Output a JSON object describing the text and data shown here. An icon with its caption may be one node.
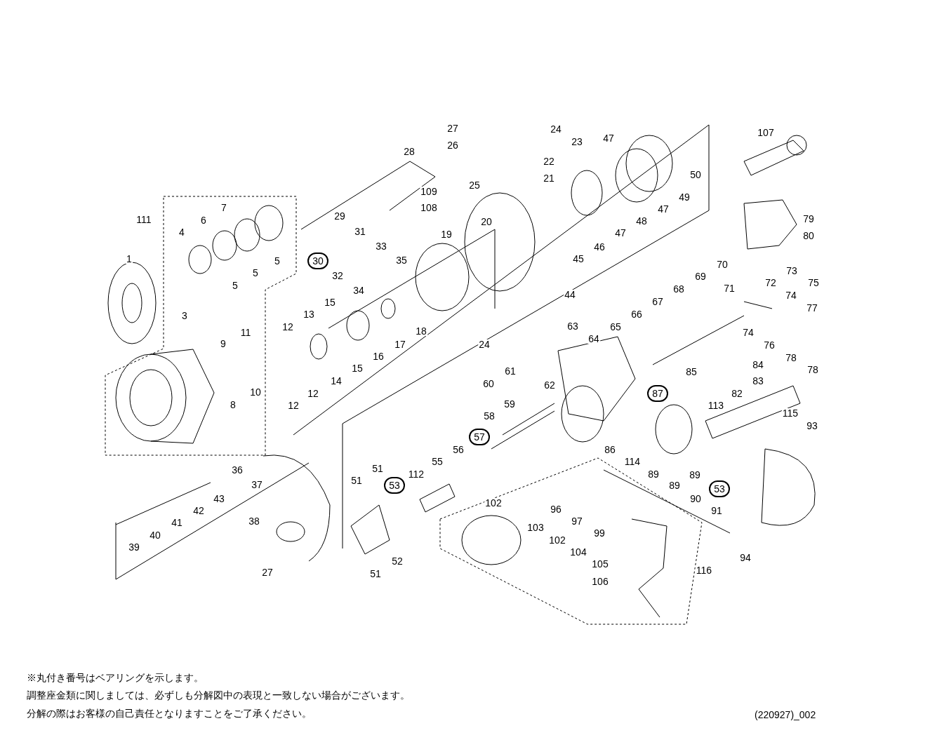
{
  "diagram": {
    "nodes": [
      {
        "text": [
          "30"
        ]
      },
      {
        "text": [
          "87"
        ]
      },
      {
        "text": [
          "57"
        ]
      },
      {
        "text": [
          "53"
        ]
      },
      {
        "text": [
          "53"
        ]
      }
    ],
    "labels": [
      "27",
      "24",
      "26",
      "23",
      "28",
      "22",
      "25",
      "21",
      "109",
      "47",
      "107",
      "50",
      "108",
      "49",
      "47",
      "111",
      "7",
      "29",
      "6",
      "20",
      "79",
      "31",
      "4",
      "19",
      "47",
      "48",
      "80",
      "33",
      "45",
      "46",
      "5",
      "1",
      "32",
      "34",
      "35",
      "70",
      "69",
      "73",
      "5",
      "5",
      "68",
      "72",
      "75",
      "44",
      "3",
      "13",
      "66",
      "67",
      "71",
      "74",
      "15",
      "18",
      "77",
      "63",
      "65",
      "74",
      "12",
      "17",
      "11",
      "64",
      "76",
      "78",
      "78",
      "9",
      "24",
      "16",
      "15",
      "84",
      "85",
      "61",
      "14",
      "62",
      "83",
      "10",
      "82",
      "60",
      "12",
      "8",
      "12",
      "113",
      "59",
      "115",
      "58",
      "93",
      "86",
      "56",
      "114",
      "36",
      "55",
      "51",
      "112",
      "89",
      "89",
      "89",
      "51",
      "37",
      "43",
      "90",
      "102",
      "96",
      "42",
      "91",
      "97",
      "41",
      "40",
      "38",
      "103",
      "99",
      "102",
      "94",
      "39",
      "52",
      "104",
      "105",
      "27",
      "51",
      "116",
      "106",
      "※丸付き番号はベアリングを示します。",
      "調整座金類に関しましては、必ずしも分解図中の表現と一致しない場合がございます。",
      "分解の際はお客様の自己責任となりますことをご了承ください。",
      "(220927)_002"
    ]
  }
}
